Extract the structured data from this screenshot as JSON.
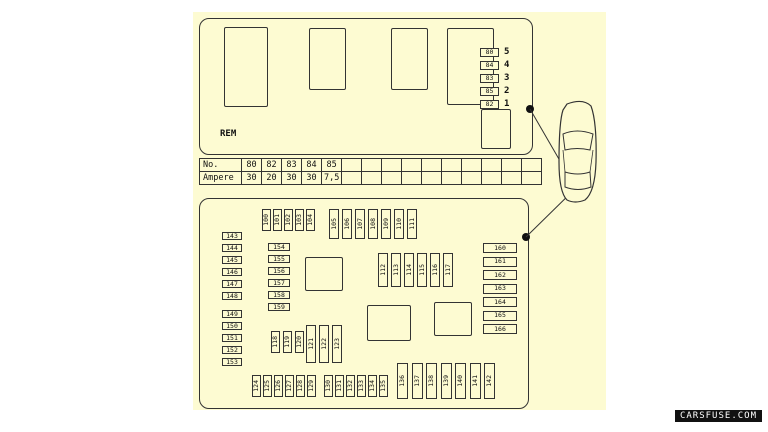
{
  "top_box": {
    "label": "REM",
    "fuses": [
      {
        "id": "80",
        "pos": "5"
      },
      {
        "id": "84",
        "pos": "4"
      },
      {
        "id": "83",
        "pos": "3"
      },
      {
        "id": "85",
        "pos": "2"
      },
      {
        "id": "82",
        "pos": "1"
      }
    ]
  },
  "amp_table": {
    "row1_label": "No.",
    "row2_label": "Ampere",
    "numbers": [
      "80",
      "82",
      "83",
      "84",
      "85"
    ],
    "amperes": [
      "30",
      "20",
      "30",
      "30",
      "7,5"
    ]
  },
  "bottom_box": {
    "top_row": [
      "100",
      "101",
      "102",
      "103",
      "104",
      "105",
      "106",
      "107",
      "108",
      "109",
      "110",
      "111"
    ],
    "mid_row": [
      "112",
      "113",
      "114",
      "115",
      "116",
      "117"
    ],
    "left_top": [
      "143",
      "144",
      "145",
      "146",
      "147",
      "148"
    ],
    "left_bottom": [
      "149",
      "150",
      "151",
      "152",
      "153"
    ],
    "center_col": [
      "154",
      "155",
      "156",
      "157",
      "158",
      "159"
    ],
    "right_col": [
      "160",
      "161",
      "162",
      "163",
      "164",
      "165",
      "166"
    ],
    "small_trio": [
      "118",
      "119",
      "120"
    ],
    "tall_trio": [
      "121",
      "122",
      "123"
    ],
    "bottom_a": [
      "124",
      "125",
      "126",
      "127",
      "128",
      "129"
    ],
    "bottom_b": [
      "130",
      "131",
      "132",
      "133",
      "134",
      "135"
    ],
    "bottom_c": [
      "136",
      "137",
      "138",
      "139",
      "140",
      "141",
      "142"
    ]
  },
  "watermark": "CARSFUSE.COM"
}
